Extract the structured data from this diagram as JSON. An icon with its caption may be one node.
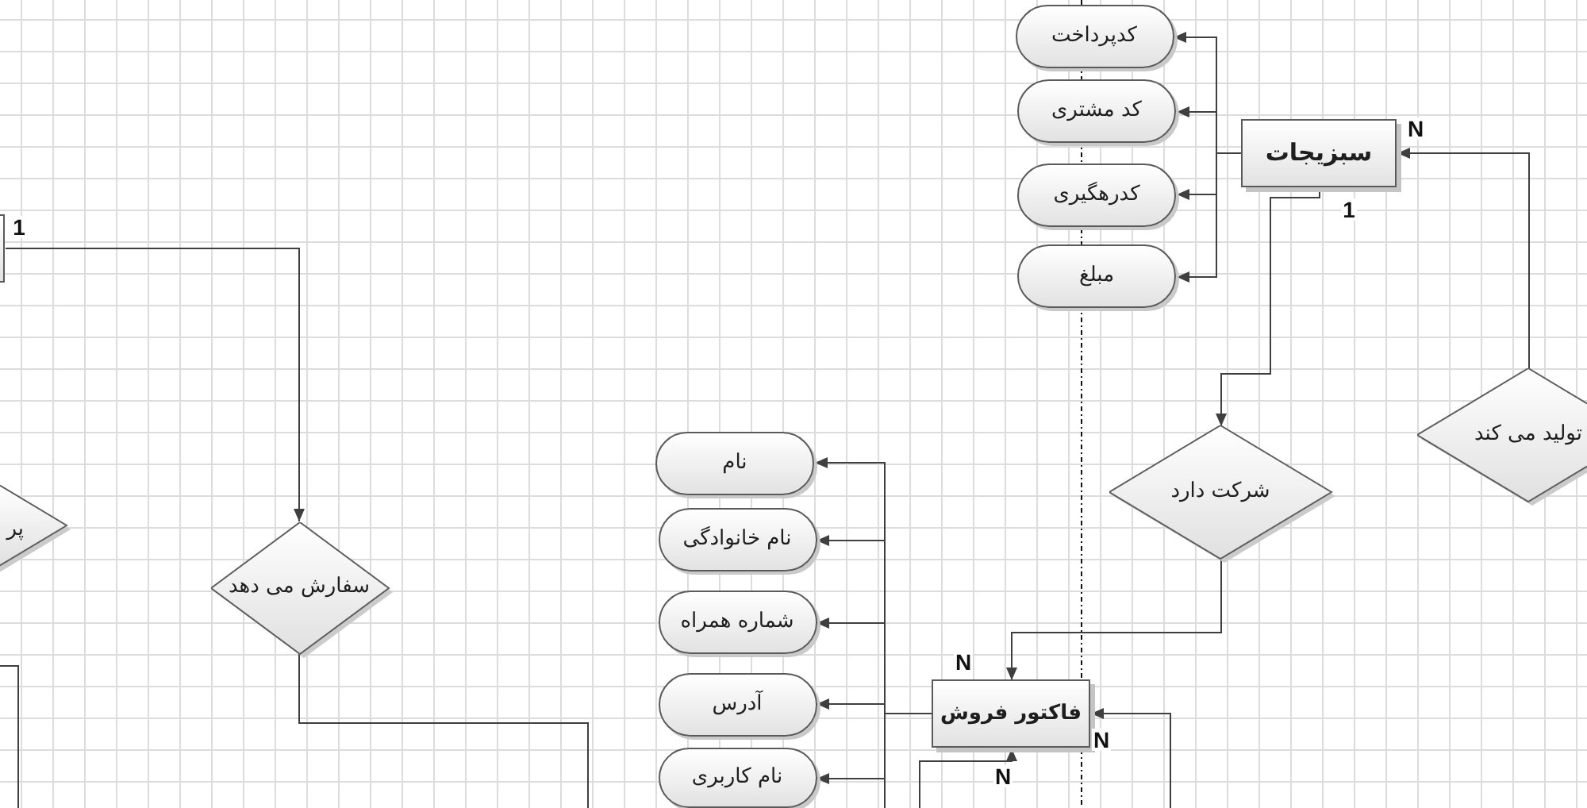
{
  "diagram": {
    "nodes": [
      {
        "text": [],
        "shape": "box"
      },
      {
        "text": [
          "کدپرداخت"
        ]
      },
      {
        "text": [
          "کد مشتری"
        ]
      },
      {
        "text": [
          "کدرهگیری"
        ]
      },
      {
        "text": [
          "مبلغ"
        ]
      },
      {
        "text": [
          "سبزیجات"
        ]
      },
      {
        "text": [
          "تولید می کند"
        ]
      },
      {
        "text": [
          "شرکت دارد"
        ]
      },
      {
        "text": [
          "پر"
        ]
      },
      {
        "text": [
          "سفارش می دهد"
        ]
      },
      {
        "text": [
          "نام"
        ]
      },
      {
        "text": [
          "نام خانوادگی"
        ]
      },
      {
        "text": [
          "شماره همراه"
        ]
      },
      {
        "text": [
          "آدرس"
        ]
      },
      {
        "text": [
          "نام کاربری"
        ]
      },
      {
        "text": [
          "فاکتور فروش"
        ]
      }
    ],
    "edges": [
      {
        "from": 5,
        "to": 1,
        "arrow": "to"
      },
      {
        "from": 5,
        "to": 2,
        "arrow": "to"
      },
      {
        "from": 5,
        "to": 3,
        "arrow": "to"
      },
      {
        "from": 5,
        "to": 4,
        "arrow": "to"
      },
      {
        "from": 6,
        "to": 5,
        "arrow": "to",
        "label": "N"
      },
      {
        "from": 5,
        "to": 7,
        "arrow": "to",
        "label": "1"
      },
      {
        "from": 7,
        "to": 15,
        "arrow": "to",
        "label": "N"
      },
      {
        "from": null,
        "to": 15,
        "arrow": "to",
        "label": "N"
      },
      {
        "from": null,
        "to": 15,
        "arrow": "to",
        "label": "N"
      },
      {
        "from": 15,
        "to": 10,
        "arrow": "to"
      },
      {
        "from": 15,
        "to": 11,
        "arrow": "to"
      },
      {
        "from": 15,
        "to": 12,
        "arrow": "to"
      },
      {
        "from": 15,
        "to": 13,
        "arrow": "to"
      },
      {
        "from": 15,
        "to": 14,
        "arrow": "to"
      },
      {
        "from": 0,
        "to": 9,
        "arrow": "to",
        "label": "1"
      },
      {
        "from": 9,
        "to": null,
        "arrow": "none"
      }
    ]
  }
}
